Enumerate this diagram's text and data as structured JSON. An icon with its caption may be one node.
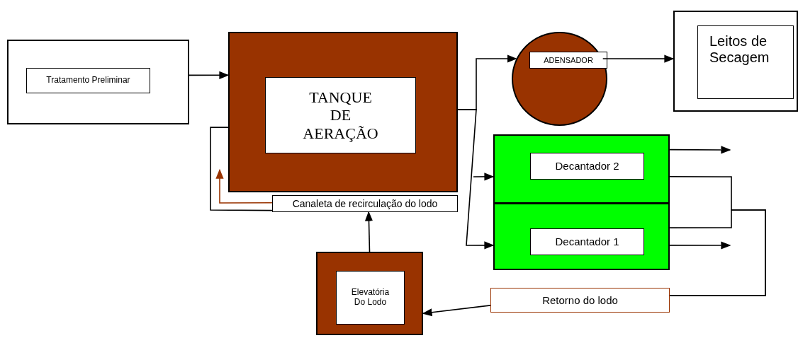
{
  "diagram": {
    "nodes": [
      {
        "text": [],
        "shape": "box"
      },
      {
        "text": [
          "Tratamento Preliminar"
        ],
        "in": 0
      },
      {
        "text": [],
        "shape": "box"
      },
      {
        "text": [
          "TANQUE DE AERAÇÃO"
        ],
        "in": 2
      },
      {
        "text": [
          "Canaleta de recirculação do lodo"
        ]
      },
      {
        "text": [],
        "shape": "circle"
      },
      {
        "text": [
          "ADENSADOR"
        ],
        "in": 5
      },
      {
        "text": [],
        "shape": "box"
      },
      {
        "text": [
          "Leitos de Secagem"
        ],
        "in": 7
      },
      {
        "text": [],
        "shape": "box"
      },
      {
        "text": [
          "Decantador 2"
        ],
        "in": 9
      },
      {
        "text": [],
        "shape": "box"
      },
      {
        "text": [
          "Decantador 1"
        ],
        "in": 11
      },
      {
        "text": [],
        "shape": "box"
      },
      {
        "text": [
          "Elevatória Do Lodo"
        ],
        "in": 13
      },
      {
        "text": [
          "Retorno do lodo"
        ]
      }
    ],
    "edges": [
      {
        "from": 0,
        "to": 2,
        "arrow": "to"
      },
      {
        "from": 2,
        "to": 5,
        "arrow": "to"
      },
      {
        "from": null,
        "to": 9,
        "arrow": "to"
      },
      {
        "from": 2,
        "to": 11,
        "arrow": "to"
      },
      {
        "from": 5,
        "to": 7,
        "arrow": "to"
      },
      {
        "from": 9,
        "to": null,
        "arrow": "to"
      },
      {
        "from": 11,
        "to": null,
        "arrow": "to"
      },
      {
        "from": 9,
        "to": 15,
        "arrow": "none"
      },
      {
        "from": 11,
        "to": 15,
        "arrow": "none"
      },
      {
        "from": 15,
        "to": 13,
        "arrow": "to"
      },
      {
        "from": 13,
        "to": 4,
        "arrow": "to"
      },
      {
        "from": 4,
        "to": 2,
        "arrow": "none"
      },
      {
        "from": 4,
        "to": 2,
        "arrow": "to",
        "color": "#993300"
      }
    ]
  }
}
